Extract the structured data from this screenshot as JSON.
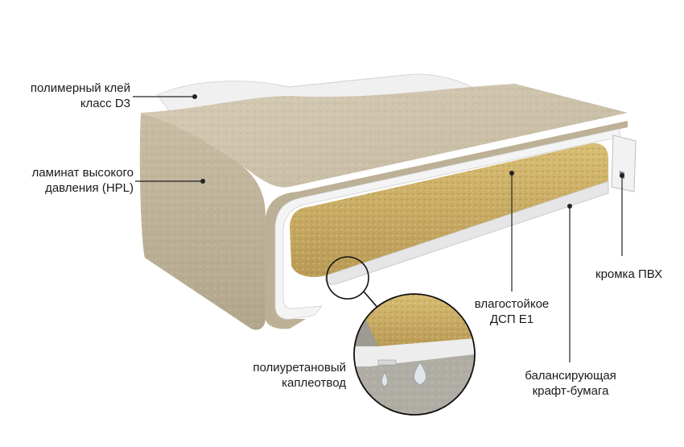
{
  "labels": {
    "adhesive": [
      "полимерный клей",
      "класс D3"
    ],
    "hpl": [
      "ламинат высокого",
      "давления (HPL)"
    ],
    "edge": [
      "кромка ПВХ"
    ],
    "board": [
      "влагостойкое",
      "ДСП Е1"
    ],
    "drip": [
      "полиуретановый",
      "каплеотвод"
    ],
    "kraft": [
      "балансирующая",
      "крафт-бумага"
    ]
  },
  "colors": {
    "laminate": "#cbc0a8",
    "chipboard": "#cdb16a",
    "film": "#ececec",
    "leader": "#222222"
  }
}
